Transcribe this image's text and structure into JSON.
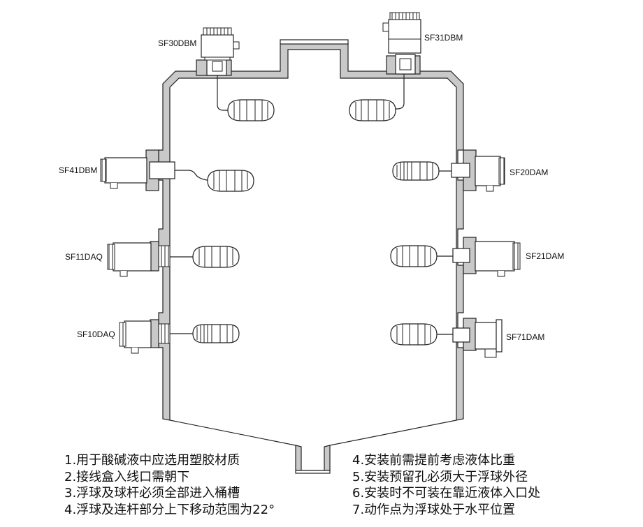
{
  "sensors": {
    "sf30": "SF30DBM",
    "sf31": "SF31DBM",
    "sf41": "SF41DBM",
    "sf20": "SF20DAM",
    "sf11": "SF11DAQ",
    "sf21": "SF21DAM",
    "sf10": "SF10DAQ",
    "sf71": "SF71DAM"
  },
  "notes_left": [
    "1.用于酸碱液中应选用塑胶材质",
    "2.接线盒入线口需朝下",
    "3.浮球及球杆必须全部进入桶槽",
    "4.浮球及连杆部分上下移动范围为22°"
  ],
  "notes_right": [
    "4.安装前需提前考虑液体比重",
    "5.安装预留孔必须大于浮球外径",
    "6.安装时不可装在靠近液体入口处",
    "7.动作点为浮球处于水平位置"
  ],
  "colors": {
    "tank_wall_fill": "#c9c9c9",
    "outline": "#222222",
    "background": "#ffffff"
  }
}
